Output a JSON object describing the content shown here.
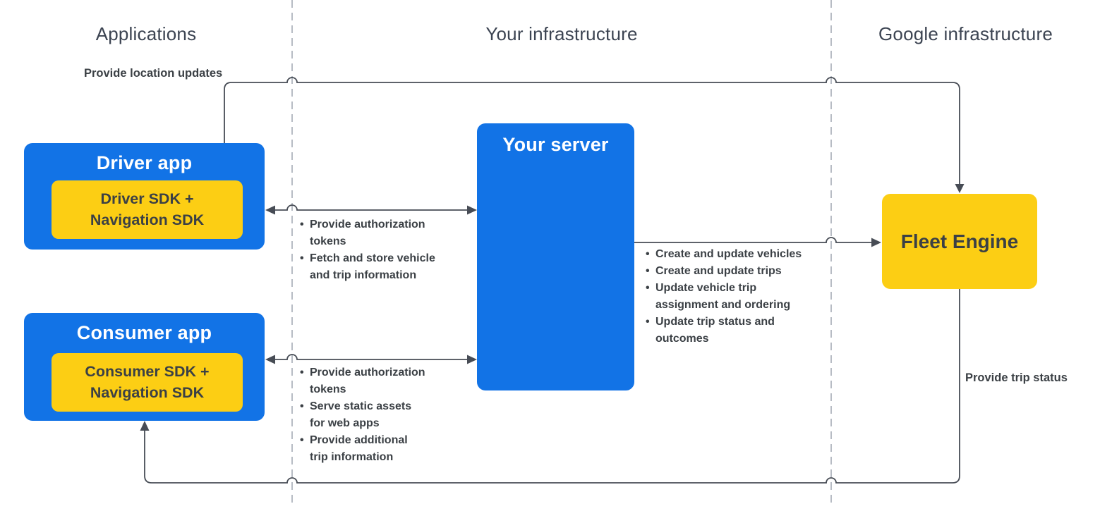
{
  "columns": [
    {
      "label": "Applications"
    },
    {
      "label": "Your infrastructure"
    },
    {
      "label": "Google infrastructure"
    }
  ],
  "nodes": {
    "driver_app": {
      "title": "Driver app",
      "sdk": "Driver SDK +\nNavigation SDK"
    },
    "consumer_app": {
      "title": "Consumer app",
      "sdk": "Consumer SDK +\nNavigation SDK"
    },
    "your_server": {
      "title": "Your server"
    },
    "fleet_engine": {
      "title": "Fleet Engine"
    }
  },
  "edges": {
    "location_updates": {
      "label": "Provide location updates",
      "from": "Driver app",
      "to": "Fleet Engine",
      "direction": "one-way"
    },
    "driver_server": {
      "from": "Driver app",
      "to": "Your server",
      "direction": "two-way",
      "bullets": [
        "Provide authorization\ntokens",
        "Fetch and store vehicle\nand trip information"
      ]
    },
    "consumer_server": {
      "from": "Consumer app",
      "to": "Your server",
      "direction": "two-way",
      "bullets": [
        "Provide authorization\ntokens",
        "Serve static assets\nfor web apps",
        "Provide additional\ntrip information"
      ]
    },
    "server_fleet": {
      "from": "Your server",
      "to": "Fleet Engine",
      "direction": "one-way",
      "bullets": [
        "Create and update vehicles",
        "Create and update trips",
        "Update vehicle trip\nassignment and ordering",
        "Update trip status and\noutcomes"
      ]
    },
    "trip_status": {
      "label": "Provide trip status",
      "from": "Fleet Engine",
      "to": "Consumer app",
      "direction": "one-way"
    }
  },
  "colors": {
    "box_blue": "#1273E6",
    "box_yellow": "#FCCE14",
    "text_dark": "#3B4045",
    "heading": "#3C4452",
    "line": "#474C55",
    "dashed_line": "#B7BCC4"
  }
}
